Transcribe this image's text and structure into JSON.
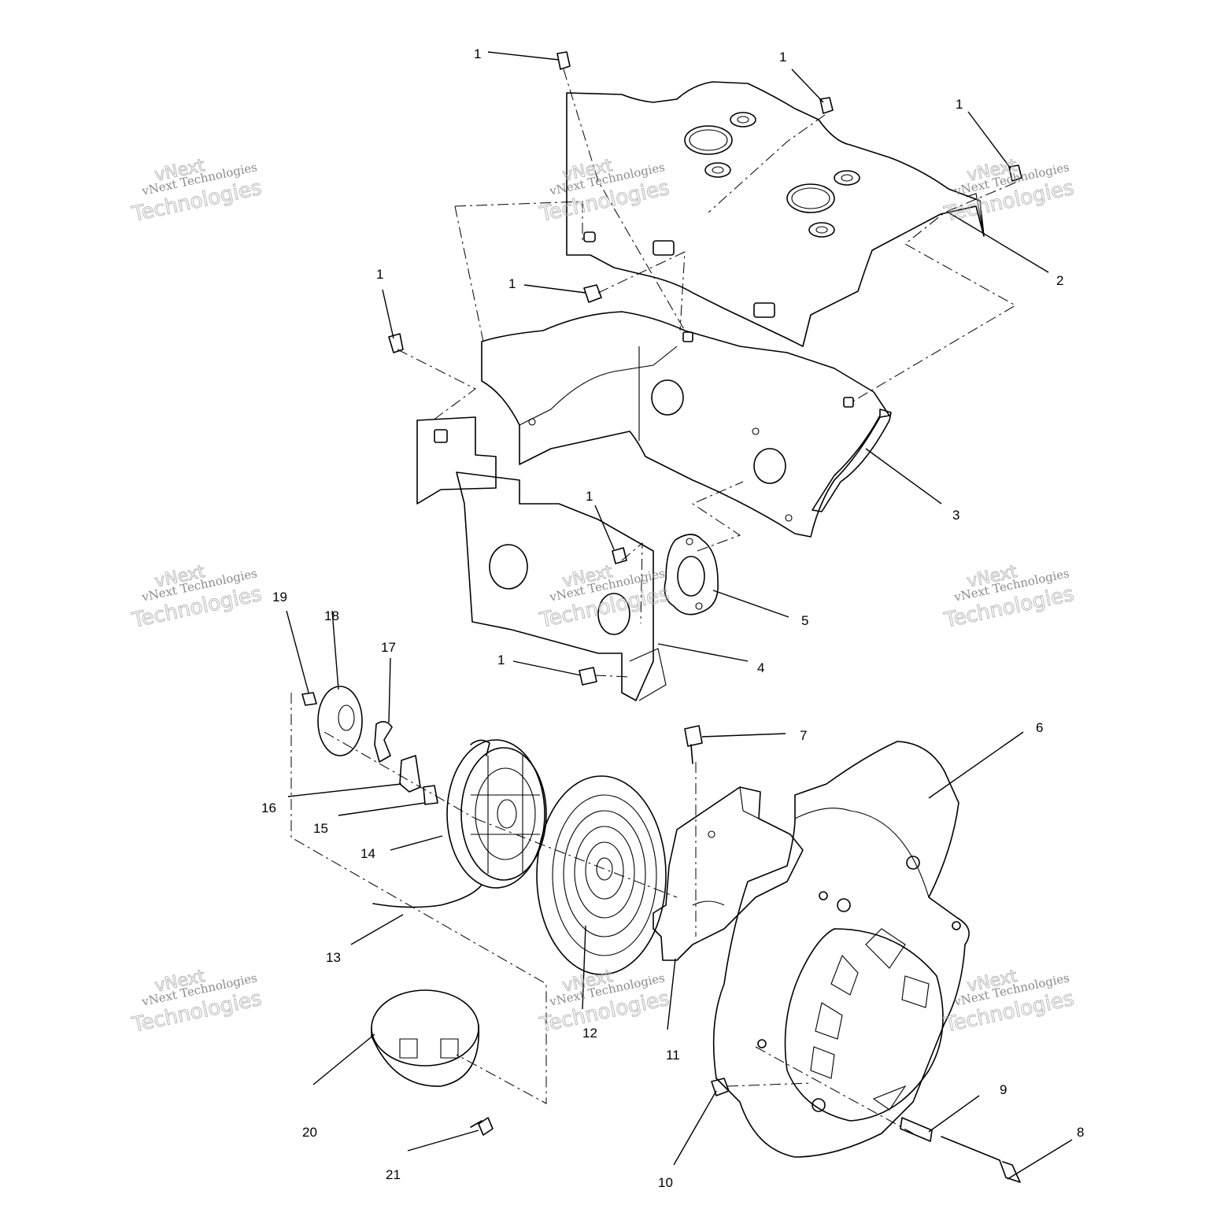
{
  "diagram": {
    "callouts": {
      "c1a": "1",
      "c1b": "1",
      "c1c": "1",
      "c1d": "1",
      "c1e": "1",
      "c1f": "1",
      "c1g": "1",
      "c2": "2",
      "c3": "3",
      "c4": "4",
      "c5": "5",
      "c6": "6",
      "c7": "7",
      "c8": "8",
      "c9": "9",
      "c10": "10",
      "c11": "11",
      "c12": "12",
      "c13": "13",
      "c14": "14",
      "c15": "15",
      "c16": "16",
      "c17": "17",
      "c18": "18",
      "c19": "19",
      "c20": "20",
      "c21": "21"
    },
    "watermark": {
      "line1": "vNext",
      "line2": "vNext Technologies",
      "line3": "Technologies"
    }
  }
}
